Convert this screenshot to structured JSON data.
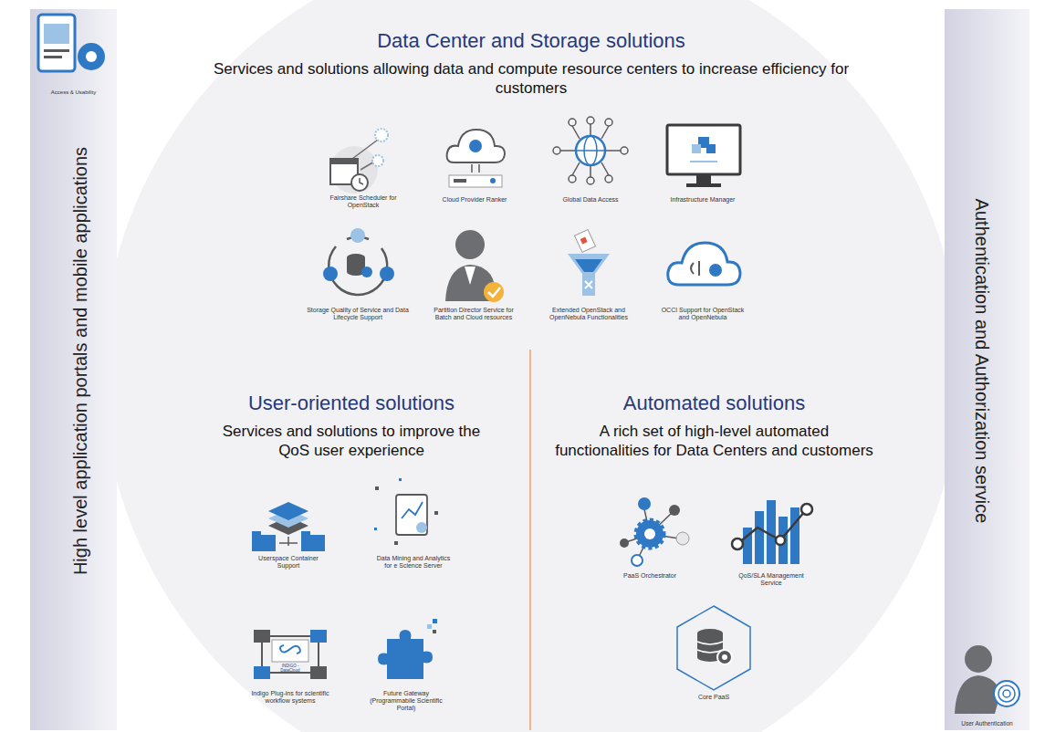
{
  "diagram": {
    "nodes": [
      {
        "text": [
          "Access & Usability",
          "High level application portals and mobile applications"
        ]
      },
      {
        "text": [
          "Data Center and Storage solutions",
          "Services and solutions allowing data and compute resource centers to increase efficiency for customers"
        ]
      },
      {
        "text": [
          "User-oriented solutions",
          "Services and solutions to improve the QoS user experience"
        ],
        "in": 1
      },
      {
        "text": [
          "Automated solutions",
          "A rich set of high-level automated functionalities for Data Centers and customers"
        ],
        "in": 1
      },
      {
        "text": [
          "Authentication and Authorization service",
          "User Authentication"
        ]
      }
    ],
    "labels": [
      "Fairshare Scheduler for OpenStack",
      "Cloud Provider Ranker",
      "Global Data Access",
      "Infrastructure Manager",
      "Storage Quality of Service and Data Lifecycle Support",
      "Partition Director Service for Batch and Cloud resources",
      "Extended OpenStack and OpenNebula Functionalities",
      "OCCI Support for OpenStack and OpenNebula",
      "Userspace Container Support",
      "Data Mining and Analytics for e Science Server",
      "Indigo Plug-ins for scientific workflow systems",
      "Future Gateway (Programmabile Scientific Portal)",
      "PaaS Orchestrator",
      "QoS/SLA Management Service",
      "Core PaaS",
      "INDIGO - DataCloud"
    ]
  }
}
